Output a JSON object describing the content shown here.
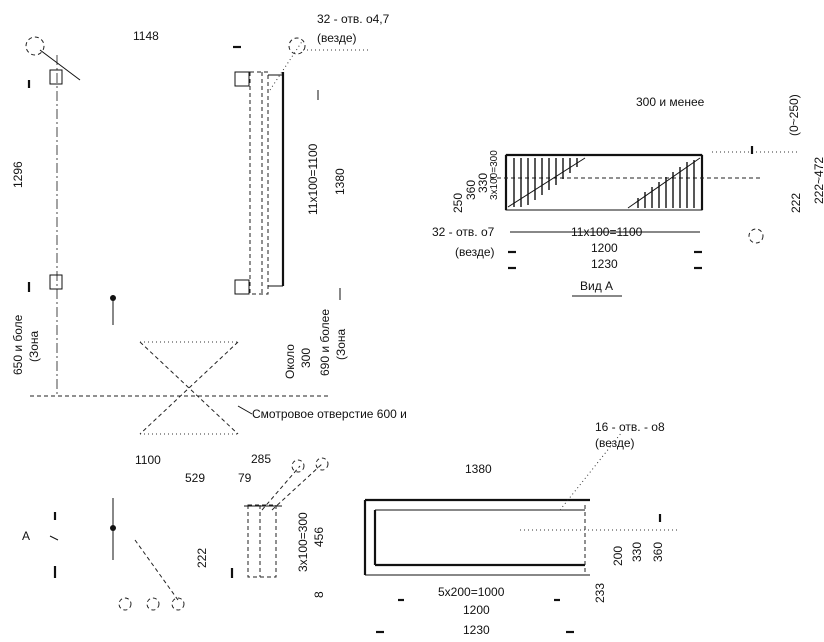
{
  "top_left_view": {
    "dim_width": "1148",
    "dim_height_left": "1296",
    "dim_height_right": "1380",
    "dim_pitch": "11x100=1100",
    "holes_label": "32 - отв. о4,7",
    "holes_note": "(везде)"
  },
  "view_a": {
    "label": "Вид А",
    "clearance": "300  и менее",
    "range": "(0~250)",
    "dim_range_right": "222~472",
    "dim_222": "222",
    "dim_250": "250",
    "dim_360": "360",
    "dim_330": "330",
    "dim_pitch_v": "3x100=300",
    "dim_pitch_h": "11x100=1100",
    "dim_1200": "1200",
    "dim_1230": "1230",
    "holes_label": "32 - отв.  о7",
    "holes_note": "(везде)"
  },
  "middle_zone": {
    "left_label_1": "650 и боле",
    "left_label_2": "(Зона",
    "right_label_1": "690 и более",
    "right_label_2": "(Зона",
    "about_1": "Около",
    "about_2": "300",
    "inspection": "Смотровое отверстие 600 и"
  },
  "bottom_left_view": {
    "dim_1100": "1100",
    "dim_529": "529",
    "dim_285": "285",
    "dim_79": "79",
    "dim_222": "222",
    "dim_pitch": "3x100=300",
    "dim_456": "456",
    "dim_8": "8",
    "arrow_a": "A"
  },
  "bottom_right_view": {
    "dim_1380": "1380",
    "holes_label": "16 - отв. - о8",
    "holes_note": "(везде)",
    "dim_pitch": "5x200=1000",
    "dim_1200": "1200",
    "dim_1230": "1230",
    "dim_233": "233",
    "dim_200": "200",
    "dim_330": "330",
    "dim_360": "360"
  }
}
